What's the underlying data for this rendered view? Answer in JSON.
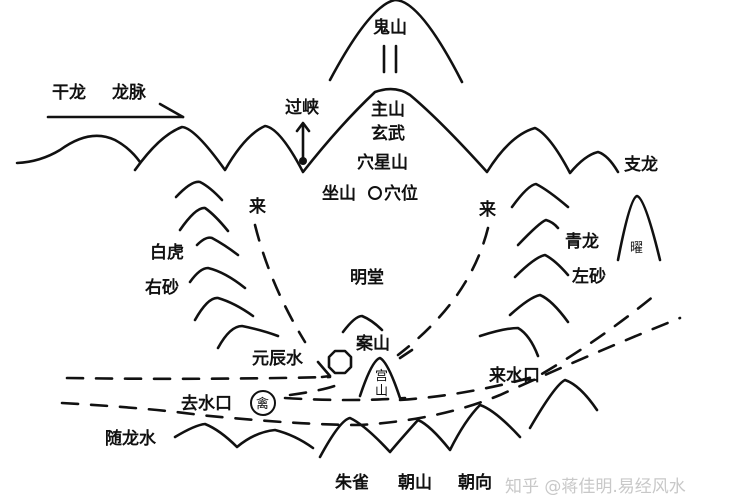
{
  "labels": {
    "gui_shan": "鬼山",
    "gan_long": "干龙",
    "long_mai": "龙脉",
    "guo_xia": "过峡",
    "zhu_shan": "主山",
    "xuan_wu": "玄武",
    "xue_xing_shan": "穴星山",
    "zuo_shan": "坐山",
    "xue_wei": "穴位",
    "zhi_long": "支龙",
    "lai_left": "来",
    "lai_right": "来",
    "qing_long": "青龙",
    "yao": "曜",
    "bai_hu": "白虎",
    "you_sha": "右砂",
    "ming_tang": "明堂",
    "zuo_sha": "左砂",
    "an_shan": "案山",
    "yuan_chen_shui": "元辰水",
    "gong_shan_1": "宫",
    "gong_shan_2": "山",
    "lai_shui_kou": "来水口",
    "qu_shui_kou": "去水口",
    "qin": "禽",
    "sui_long_shui": "随龙水",
    "zhu_que": "朱雀",
    "chao_shan": "朝山",
    "chao_xiang": "朝向"
  },
  "watermark": "知乎 @蒋佳明.易经风水"
}
